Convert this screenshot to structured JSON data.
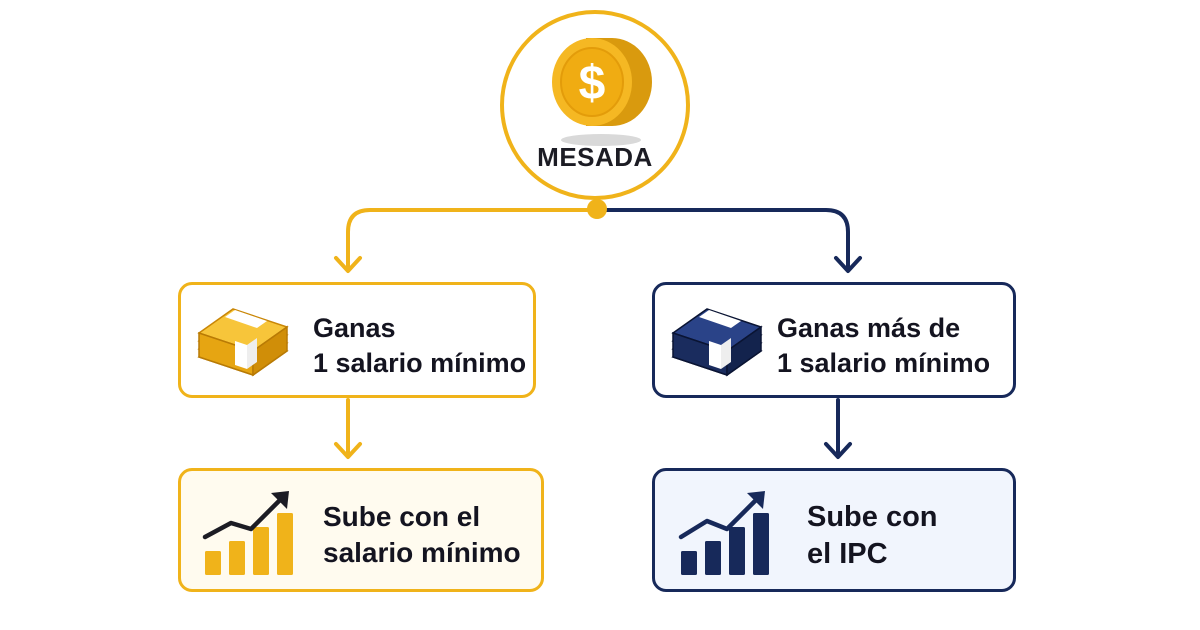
{
  "root": {
    "label": "MESADA",
    "icon": "coin-dollar-icon"
  },
  "branches": [
    {
      "id": "left",
      "color": "#f0b31a",
      "condition": {
        "line1": "Ganas",
        "line2": "1 salario mínimo",
        "icon": "cash-stack-icon"
      },
      "result": {
        "line1": "Sube con el",
        "line2": "salario mínimo",
        "icon": "growth-chart-icon"
      }
    },
    {
      "id": "right",
      "color": "#17295a",
      "condition": {
        "line1": "Ganas más de",
        "line2": "1 salario mínimo",
        "icon": "cash-stack-icon"
      },
      "result": {
        "line1": "Sube con",
        "line2": "el IPC",
        "icon": "growth-chart-icon"
      }
    }
  ]
}
